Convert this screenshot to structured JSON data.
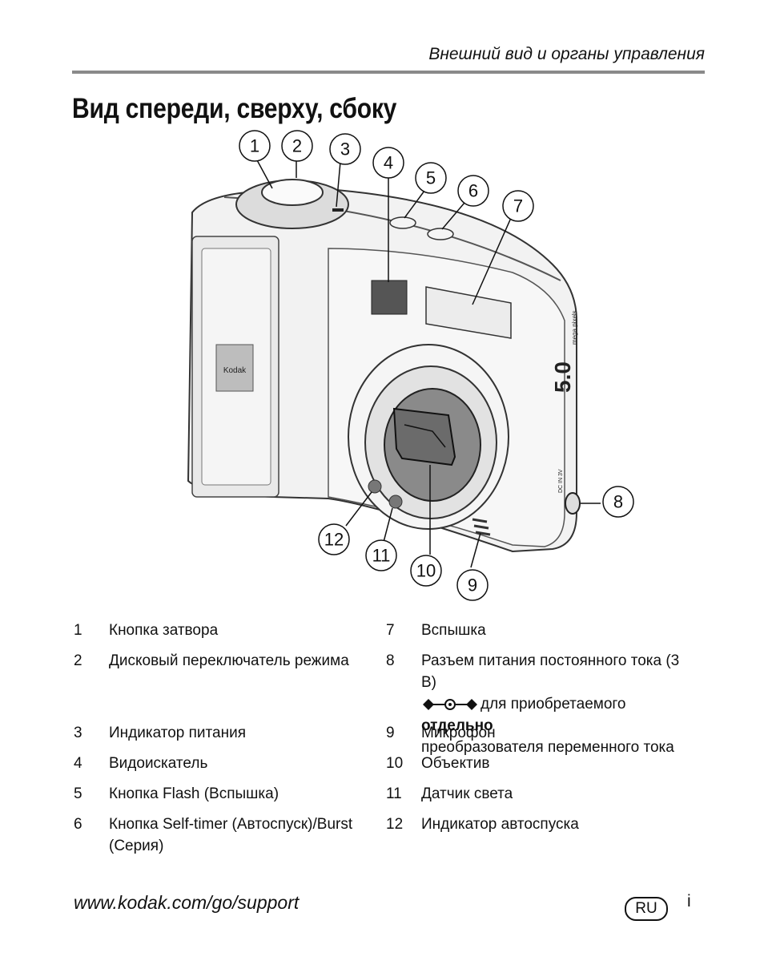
{
  "header": {
    "section_title": "Внешний вид и органы управления"
  },
  "page_title": "Вид спереди, сверху, сбоку",
  "figure": {
    "callouts": [
      "1",
      "2",
      "3",
      "4",
      "5",
      "6",
      "7",
      "8",
      "9",
      "10",
      "11",
      "12"
    ],
    "brand_label": "Kodak",
    "megapixel_label": "5.0",
    "megapixel_sub": "mega pixels",
    "dc_label": "DC IN 3V"
  },
  "legend": {
    "left": [
      {
        "num": "1",
        "text": "Кнопка затвора"
      },
      {
        "num": "2",
        "text": "Дисковый переключатель режима"
      },
      {
        "num": "3",
        "text": "Индикатор питания"
      },
      {
        "num": "4",
        "text": "Видоискатель"
      },
      {
        "num": "5",
        "text": "Кнопка Flash (Вспышка)"
      },
      {
        "num": "6",
        "text": "Кнопка Self-timer (Автоспуск)/Burst (Серия)"
      }
    ],
    "right": [
      {
        "num": "7",
        "text": "Вспышка"
      },
      {
        "num": "8",
        "text": "Разъем питания постоянного тока (3 В)",
        "text2": "для приобретаемого",
        "text2_bold": "отдельно",
        "text3": "преобразователя переменного тока"
      },
      {
        "num": "9",
        "text": "Микрофон"
      },
      {
        "num": "10",
        "text": "Объектив"
      },
      {
        "num": "11",
        "text": "Датчик света"
      },
      {
        "num": "12",
        "text": "Индикатор автоспуска"
      }
    ]
  },
  "footer": {
    "url": "www.kodak.com/go/support",
    "lang": "RU",
    "page": "i"
  }
}
